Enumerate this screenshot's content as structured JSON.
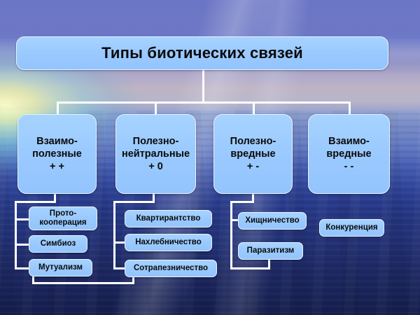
{
  "slide": {
    "title_box": {
      "label": "Типы биотических  связей"
    },
    "theme": {
      "node_fill": "#9BCAFF",
      "node_border": "#E9F3FF",
      "connector_color": "#FFFFFF",
      "text_color": "#0A0A0A",
      "background_sky": "#6B76C6",
      "background_water": "#1F2A63",
      "background_horizon_glow": "#F0F8AA"
    },
    "categories": [
      {
        "name": "Взаимо-\nполезные",
        "symbols": "+ +",
        "label": "Взаимо-\nполезные\n+ +"
      },
      {
        "name": "Полезно-\nнейтральные",
        "symbols": "+  0",
        "label": "Полезно-\nнейтральные\n+  0"
      },
      {
        "name": "Полезно-\nвредные",
        "symbols": "+  -",
        "label": "Полезно-\nвредные\n+  -"
      },
      {
        "name": "Взаимо-\nвредные",
        "symbols": "-  -",
        "label": "Взаимо-\nвредные\n-  -"
      }
    ],
    "leaves": {
      "mutually_beneficial": [
        {
          "label": "Прото-\nкооперация"
        },
        {
          "label": "Симбиоз"
        },
        {
          "label": "Мутуализм"
        }
      ],
      "beneficial_neutral": [
        {
          "label": "Квартирантство"
        },
        {
          "label": "Нахлебничество"
        },
        {
          "label": "Сотрапезничество"
        }
      ],
      "beneficial_harmful": [
        {
          "label": "Хищничество"
        },
        {
          "label": "Паразитизм"
        }
      ],
      "mutually_harmful": [
        {
          "label": "Конкуренция"
        }
      ]
    }
  }
}
